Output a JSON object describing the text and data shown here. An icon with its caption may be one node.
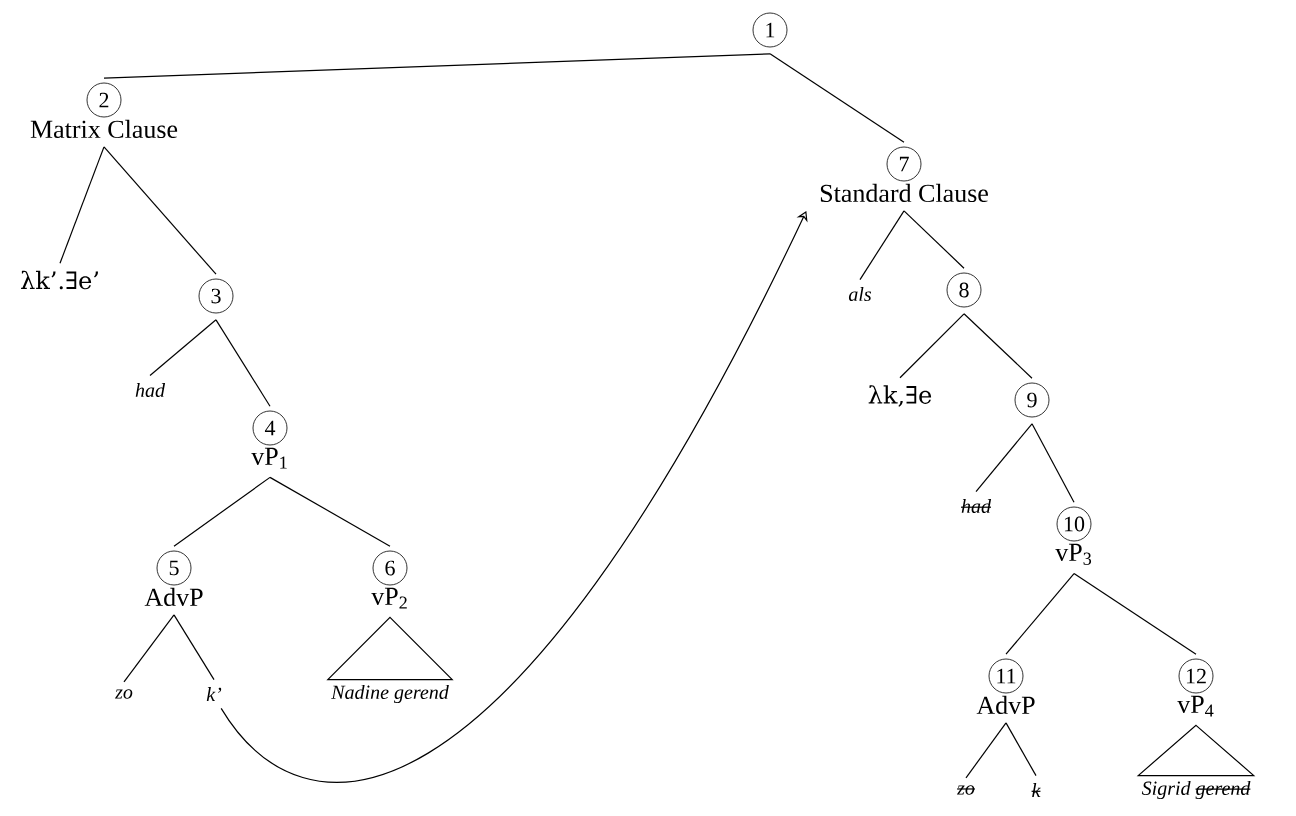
{
  "diagram": {
    "nodes": [
      {
        "text": [
          "1"
        ]
      },
      {
        "text": [
          "2",
          "Matrix Clause"
        ]
      },
      {
        "text": [
          "λk’.∃e’"
        ]
      },
      {
        "text": [
          "3"
        ]
      },
      {
        "text": [
          "had"
        ]
      },
      {
        "text": [
          "4",
          "vP$_{1}$"
        ]
      },
      {
        "text": [
          "5",
          "AdvP"
        ]
      },
      {
        "text": [
          "6",
          "vP$_{2}$"
        ]
      },
      {
        "text": [
          "zo"
        ]
      },
      {
        "text": [
          "k’"
        ]
      },
      {
        "text": [
          "Nadine gerend"
        ]
      },
      {
        "text": [
          "7",
          "Standard Clause"
        ]
      },
      {
        "text": [
          "als"
        ]
      },
      {
        "text": [
          "8"
        ]
      },
      {
        "text": [
          "λk,∃e"
        ]
      },
      {
        "text": [
          "9"
        ]
      },
      {
        "text": [
          "had"
        ]
      },
      {
        "text": [
          "10",
          "vP$_{3}$"
        ]
      },
      {
        "text": [
          "11",
          "AdvP"
        ]
      },
      {
        "text": [
          "12",
          "vP$_{4}$"
        ]
      },
      {
        "text": [
          "zo"
        ]
      },
      {
        "text": [
          "k"
        ]
      },
      {
        "text": [
          "Sigrid",
          "gerend"
        ]
      }
    ],
    "edges": [
      {
        "from": 0,
        "to": 1,
        "arrow": "none"
      },
      {
        "from": 0,
        "to": 11,
        "arrow": "none"
      },
      {
        "from": 1,
        "to": 2,
        "arrow": "none"
      },
      {
        "from": 1,
        "to": 3,
        "arrow": "none"
      },
      {
        "from": 3,
        "to": 4,
        "arrow": "none"
      },
      {
        "from": 3,
        "to": 5,
        "arrow": "none"
      },
      {
        "from": 5,
        "to": 6,
        "arrow": "none"
      },
      {
        "from": 5,
        "to": 7,
        "arrow": "none"
      },
      {
        "from": 6,
        "to": 8,
        "arrow": "none"
      },
      {
        "from": 6,
        "to": 9,
        "arrow": "none"
      },
      {
        "from": 7,
        "to": 10,
        "arrow": "none"
      },
      {
        "from": 11,
        "to": 12,
        "arrow": "none"
      },
      {
        "from": 11,
        "to": 13,
        "arrow": "none"
      },
      {
        "from": 13,
        "to": 14,
        "arrow": "none"
      },
      {
        "from": 13,
        "to": 15,
        "arrow": "none"
      },
      {
        "from": 15,
        "to": 16,
        "arrow": "none"
      },
      {
        "from": 15,
        "to": 17,
        "arrow": "none"
      },
      {
        "from": 17,
        "to": 18,
        "arrow": "none"
      },
      {
        "from": 17,
        "to": 19,
        "arrow": "none"
      },
      {
        "from": 18,
        "to": 20,
        "arrow": "none"
      },
      {
        "from": 18,
        "to": 21,
        "arrow": "none"
      },
      {
        "from": 19,
        "to": 22,
        "arrow": "none"
      },
      {
        "from": 9,
        "to": 11,
        "arrow": "to"
      }
    ]
  }
}
